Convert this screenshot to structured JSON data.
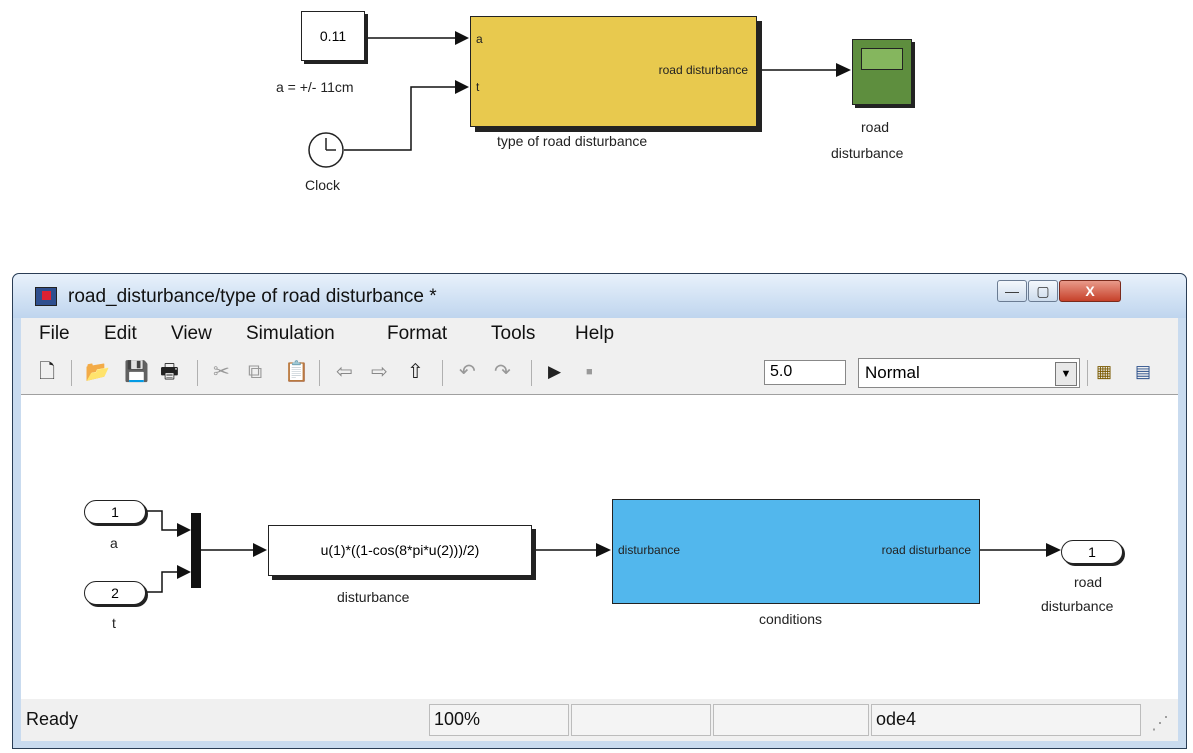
{
  "top_diagram": {
    "constant_value": "0.11",
    "constant_label": "a = +/- 11cm",
    "clock_label": "Clock",
    "subsystem": {
      "in_a": "a",
      "in_t": "t",
      "out": "road disturbance",
      "label": "type of road disturbance"
    },
    "scope_label_line1": "road",
    "scope_label_line2": "disturbance"
  },
  "window": {
    "title": "road_disturbance/type of road disturbance *",
    "controls": {
      "minimize": "—",
      "maximize": "▢",
      "close": "X"
    },
    "menu": [
      "File",
      "Edit",
      "View",
      "Simulation",
      "Format",
      "Tools",
      "Help"
    ],
    "toolbar": {
      "stop_time": "5.0",
      "sim_mode": "Normal"
    },
    "canvas": {
      "inport1": {
        "num": "1",
        "label": "a"
      },
      "inport2": {
        "num": "2",
        "label": "t"
      },
      "fcn": {
        "expr": "u(1)*((1-cos(8*pi*u(2)))/2)",
        "label": "disturbance"
      },
      "conditions": {
        "in": "disturbance",
        "out": "road disturbance",
        "label": "conditions"
      },
      "outport": {
        "num": "1",
        "label_line1": "road",
        "label_line2": "disturbance"
      }
    },
    "status": {
      "state": "Ready",
      "zoom": "100%",
      "solver": "ode4"
    }
  }
}
